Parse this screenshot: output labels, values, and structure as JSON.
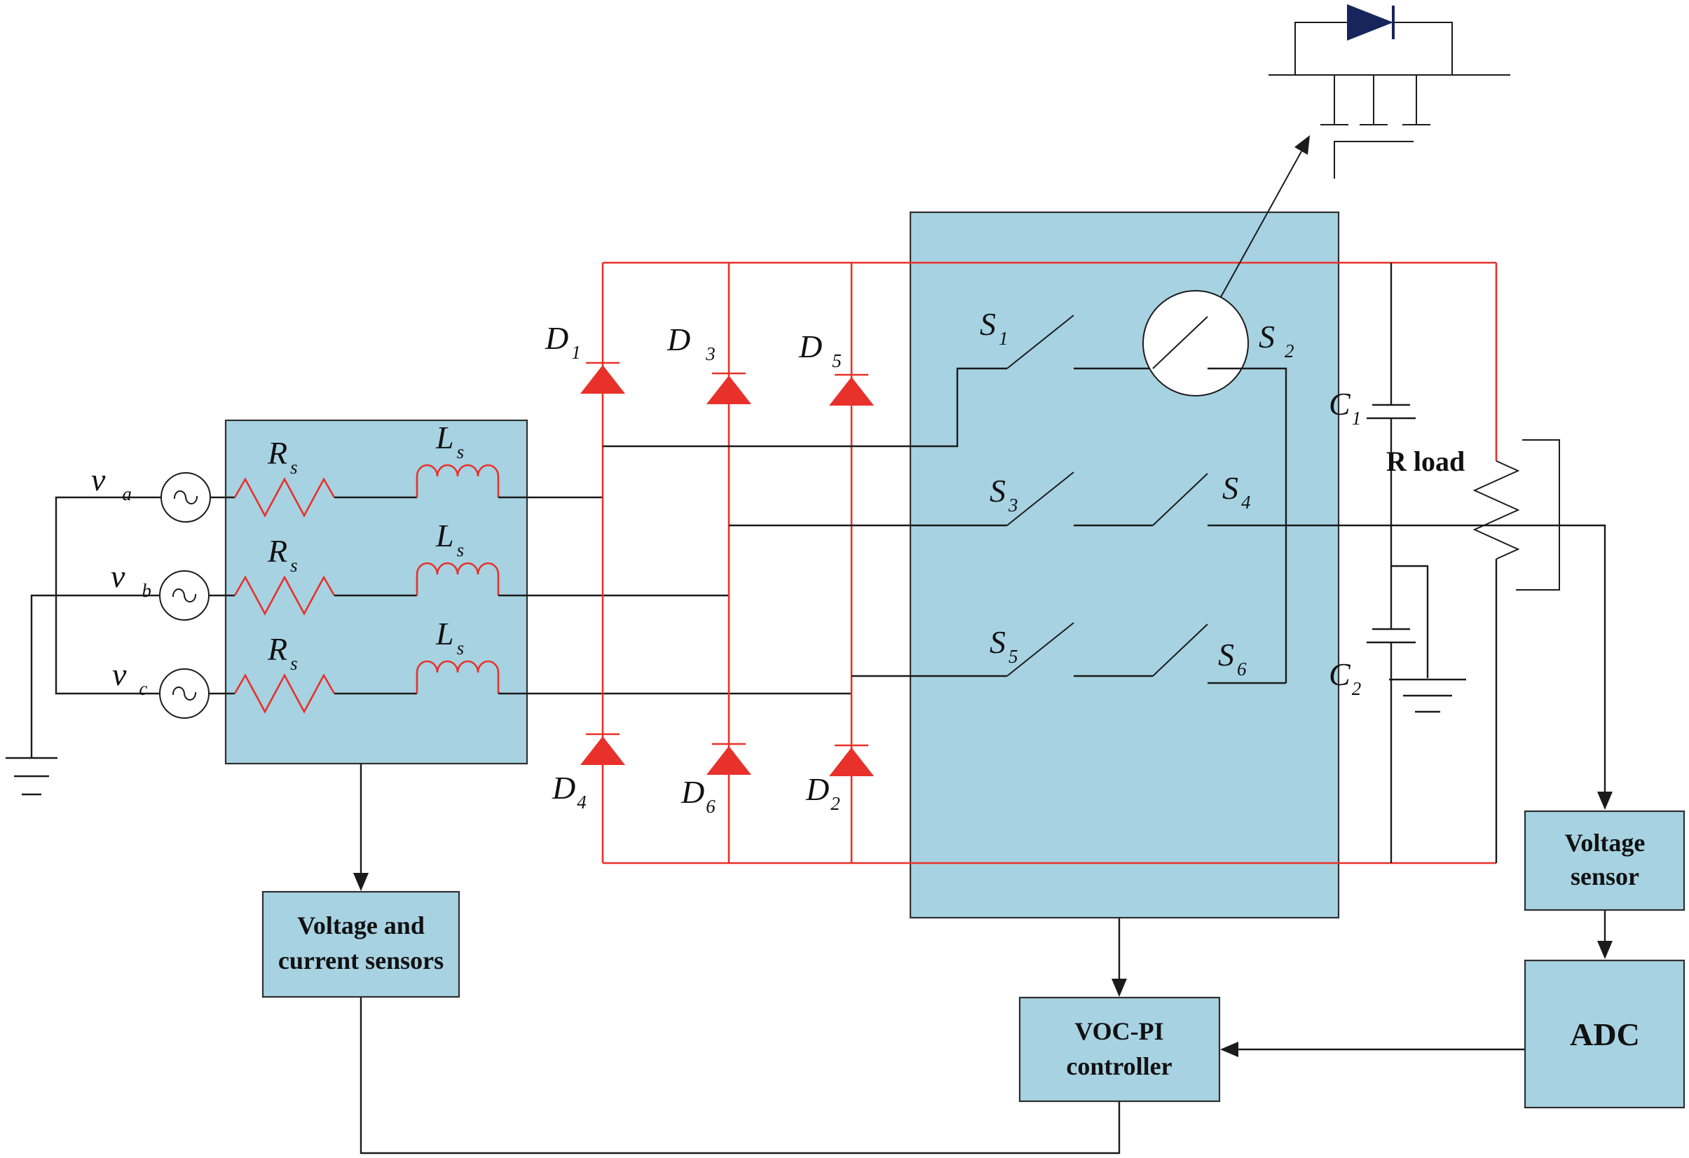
{
  "colors": {
    "line": "#1b1b1b",
    "red": "#e8312a",
    "panel": "#a7d2e2",
    "navy": "#16265c",
    "white": "#ffffff"
  },
  "sources": [
    {
      "main": "v",
      "sub": "a"
    },
    {
      "main": "v",
      "sub": "b"
    },
    {
      "main": "v",
      "sub": "c"
    }
  ],
  "impedance": {
    "r": {
      "main": "R",
      "sub": "s"
    },
    "l": {
      "main": "L",
      "sub": "s"
    }
  },
  "diodes_top": [
    {
      "main": "D",
      "sub": "1"
    },
    {
      "main": "D",
      "sub": "3"
    },
    {
      "main": "D",
      "sub": "5"
    }
  ],
  "diodes_bottom": [
    {
      "main": "D",
      "sub": "4"
    },
    {
      "main": "D",
      "sub": "6"
    },
    {
      "main": "D",
      "sub": "2"
    }
  ],
  "switches": [
    {
      "main": "S",
      "sub": "1"
    },
    {
      "main": "S",
      "sub": "2"
    },
    {
      "main": "S",
      "sub": "3"
    },
    {
      "main": "S",
      "sub": "4"
    },
    {
      "main": "S",
      "sub": "5"
    },
    {
      "main": "S",
      "sub": "6"
    }
  ],
  "capacitors": {
    "c1": {
      "main": "C",
      "sub": "1"
    },
    "c2": {
      "main": "C",
      "sub": "2"
    }
  },
  "load_label": "R load",
  "boxes": {
    "sensors": {
      "line1": "Voltage and",
      "line2": "current sensors"
    },
    "controller": {
      "line1": "VOC-PI",
      "line2": "controller"
    },
    "voltage_sensor": {
      "line1": "Voltage",
      "line2": "sensor"
    },
    "adc": "ADC"
  }
}
